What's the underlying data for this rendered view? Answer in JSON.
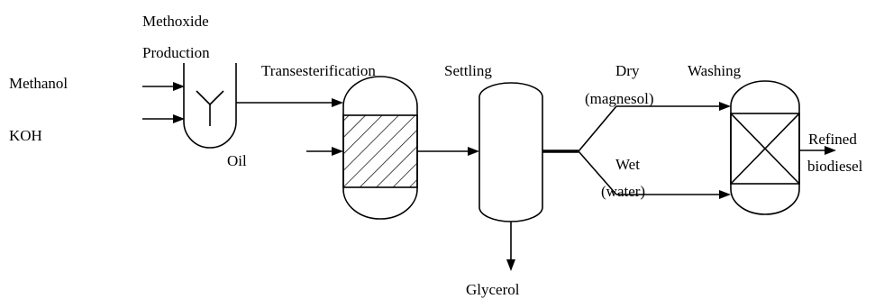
{
  "diagram": {
    "labels": {
      "methoxide_line1": "Methoxide",
      "methoxide_line2": "Production",
      "methanol": "Methanol",
      "koh": "KOH",
      "transesterification": "Transesterification",
      "oil": "Oil",
      "settling": "Settling",
      "glycerol": "Glycerol",
      "dry": "Dry",
      "magnesol": "(magnesol)",
      "wet": "Wet",
      "water": "(water)",
      "washing": "Washing",
      "refined": "Refined",
      "biodiesel": "biodiesel"
    }
  }
}
